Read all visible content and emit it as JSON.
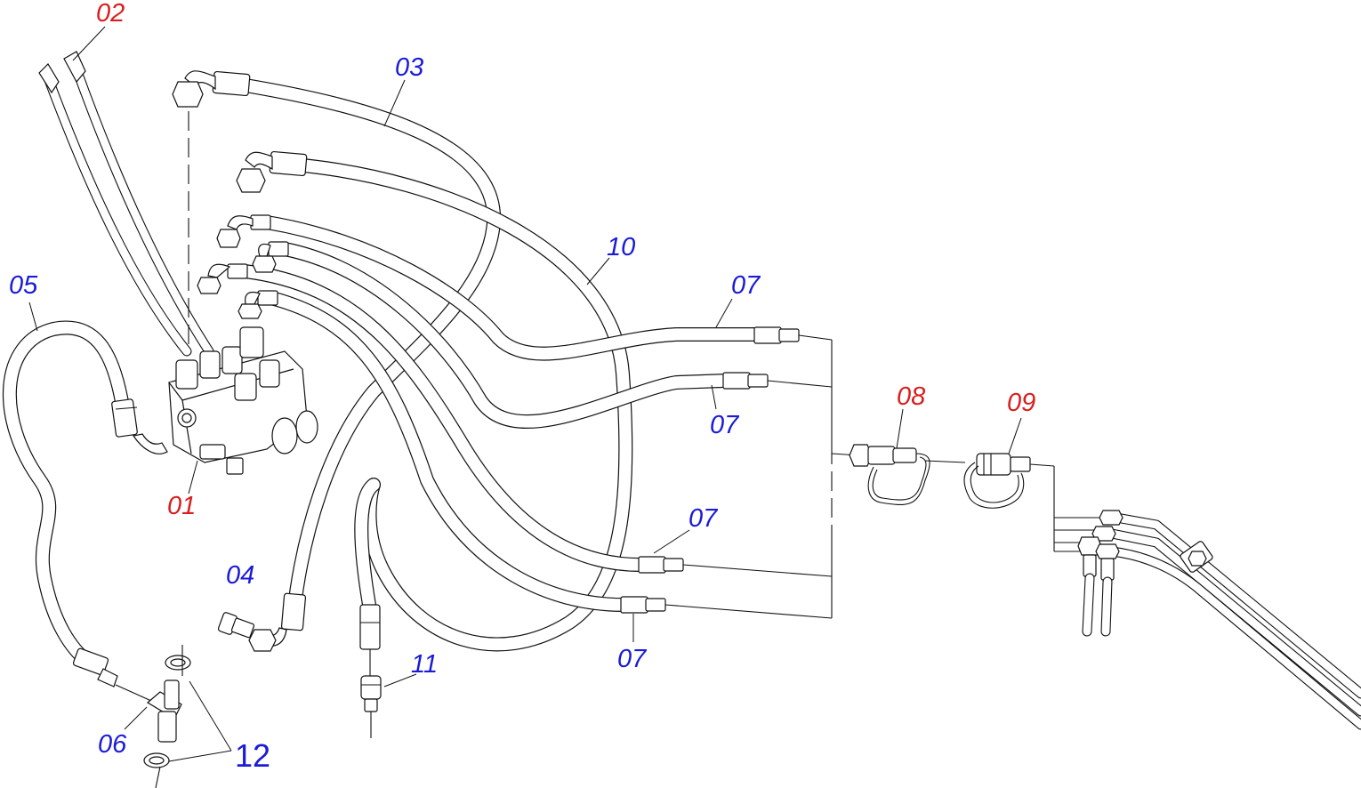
{
  "diagram": {
    "colors": {
      "red_callout": "#d81e1e",
      "blue_callout": "#1a1ad8",
      "line": "#111111"
    },
    "callouts": {
      "c01": "01",
      "c02": "02",
      "c03": "03",
      "c04": "04",
      "c05": "05",
      "c06": "06",
      "c07a": "07",
      "c07b": "07",
      "c07c": "07",
      "c07d": "07",
      "c08": "08",
      "c09": "09",
      "c10": "10",
      "c11": "11",
      "c12": "12"
    }
  }
}
